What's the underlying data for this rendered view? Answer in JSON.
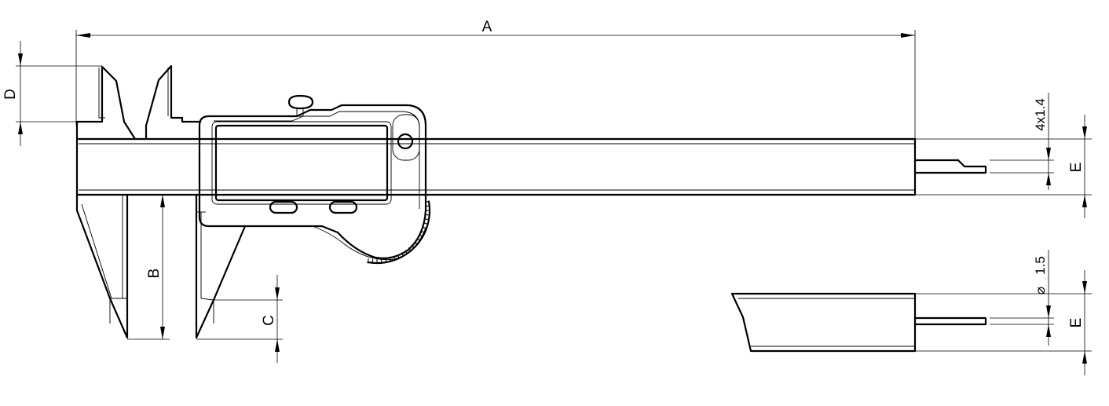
{
  "diagram": {
    "dimension_labels": {
      "overall_length": "A",
      "jaw_depth_outer": "B",
      "jaw_depth_inner": "C",
      "inside_jaw_length": "D",
      "depth_rod_offset": "E",
      "depth_rod_offset_round": "E"
    },
    "depth_rod_flat": "4x1.4",
    "depth_rod_round": "1.5",
    "diameter_symbol": "⌀"
  }
}
